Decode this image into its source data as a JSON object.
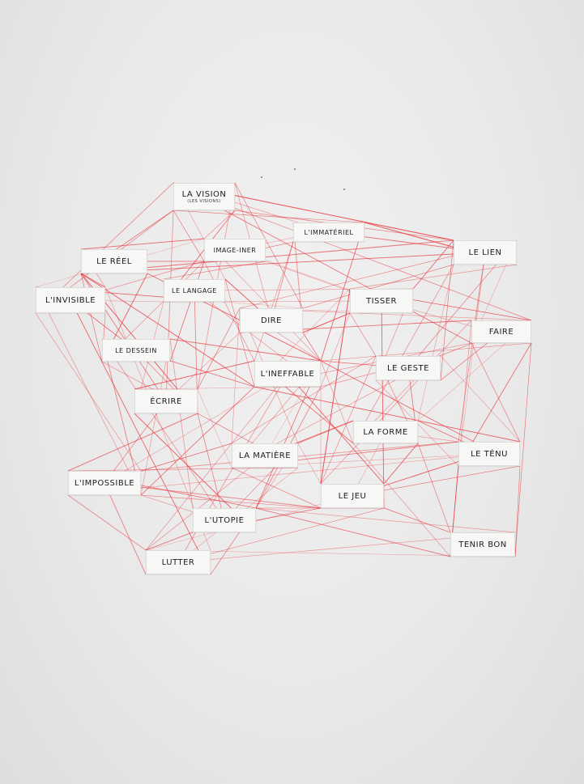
{
  "cards": [
    {
      "id": "vision",
      "label": "LA VISION",
      "sub": "(LES VISIONS)"
    },
    {
      "id": "immateriel",
      "label": "L'IMMATÉRIEL"
    },
    {
      "id": "imageginer",
      "label": "IMAGE-INER"
    },
    {
      "id": "reel",
      "label": "LE RÉEL"
    },
    {
      "id": "lien",
      "label": "LE LIEN"
    },
    {
      "id": "invisible",
      "label": "L'INVISIBLE"
    },
    {
      "id": "langage",
      "label": "LE LANGAGE"
    },
    {
      "id": "tisser",
      "label": "TISSER"
    },
    {
      "id": "dire",
      "label": "DIRE"
    },
    {
      "id": "faire",
      "label": "FAIRE"
    },
    {
      "id": "dessein",
      "label": "LE DESSEIN"
    },
    {
      "id": "ineffable",
      "label": "L'INEFFABLE"
    },
    {
      "id": "geste",
      "label": "LE GESTE"
    },
    {
      "id": "ecrire",
      "label": "ÉCRIRE"
    },
    {
      "id": "forme",
      "label": "LA FORME"
    },
    {
      "id": "matiere",
      "label": "LA MATIÈRE"
    },
    {
      "id": "tenu",
      "label": "LE TÉNU"
    },
    {
      "id": "impossible",
      "label": "L'IMPOSSIBLE"
    },
    {
      "id": "jeu",
      "label": "LE JEU"
    },
    {
      "id": "utopie",
      "label": "L'UTOPIE"
    },
    {
      "id": "tenirbon",
      "label": "TENIR BON"
    },
    {
      "id": "lutter",
      "label": "LUTTER"
    }
  ],
  "colors": {
    "string": "#e8393f",
    "wall": "#ebebeb",
    "card": "#f7f7f6",
    "ink": "#1c1c1c"
  }
}
